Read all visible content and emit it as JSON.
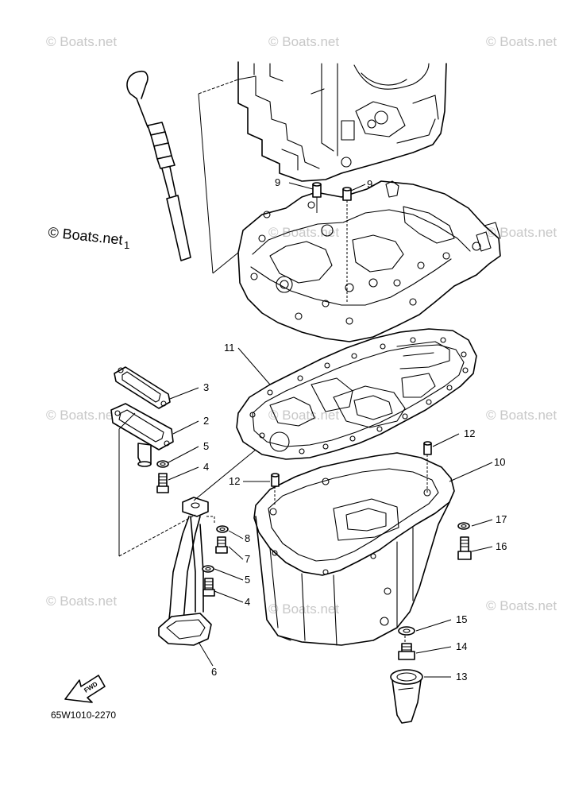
{
  "diagram_code": "65W1010-2270",
  "watermark": "© Boats.net",
  "forward_label": "FWD",
  "callouts": {
    "c1": "1",
    "c2": "2",
    "c3": "3",
    "c4a": "4",
    "c4b": "4",
    "c5a": "5",
    "c5b": "5",
    "c6": "6",
    "c7": "7",
    "c8": "8",
    "c9a": "9",
    "c9b": "9",
    "c10": "10",
    "c11": "11",
    "c12a": "12",
    "c12b": "12",
    "c13": "13",
    "c14": "14",
    "c15": "15",
    "c16": "16",
    "c17": "17"
  }
}
